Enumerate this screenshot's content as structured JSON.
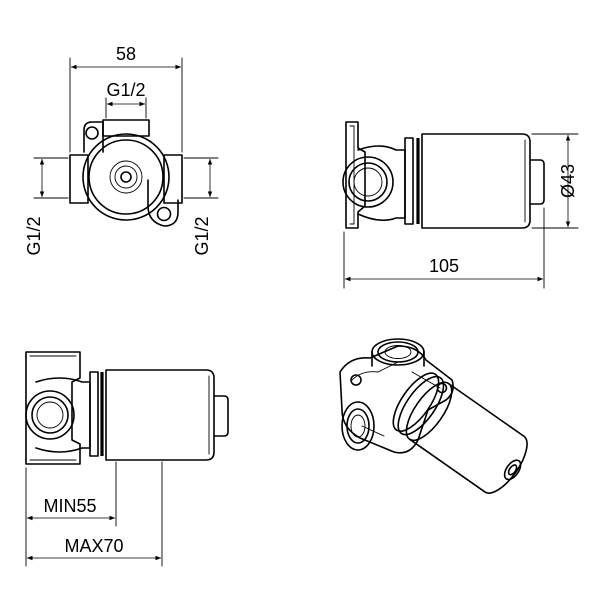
{
  "labels": {
    "width_58": "58",
    "thread_top": "G1/2",
    "thread_left": "G1/2",
    "thread_right": "G1/2",
    "diameter": "Ø43",
    "length_105": "105",
    "min_depth": "MIN55",
    "max_depth": "MAX70"
  }
}
